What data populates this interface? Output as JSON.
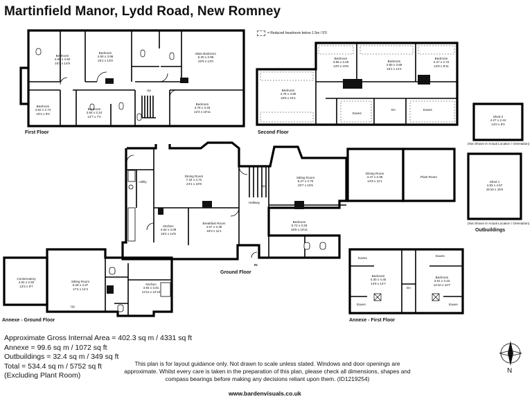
{
  "title": "Martinfield Manor, Lydd Road, New Romney",
  "legend": "= Reduced headroom below 1.5m / 5'0",
  "floors": {
    "first": "First Floor",
    "second": "Second Floor",
    "ground": "Ground Floor",
    "annexe_ground": "Annexe - Ground Floor",
    "annexe_first": "Annexe - First Floor",
    "outbuildings": "Outbuildings"
  },
  "rooms": {
    "ff_bed1": {
      "name": "Bedroom",
      "dim1": "4.65 x 4.50",
      "dim2": "15'3 x 14'9"
    },
    "ff_bed2": {
      "name": "Bedroom",
      "dim1": "4.60 x 3.96",
      "dim2": "15'1 x 13'0"
    },
    "ff_master": {
      "name": "Main Bedroom",
      "dim1": "6.30 x 3.96",
      "dim2": "20'8 x 13'0"
    },
    "ff_bed3": {
      "name": "Bedroom",
      "dim1": "4.62 x 2.74",
      "dim2": "15'2 x 9'0"
    },
    "ff_bed4": {
      "name": "Bedroom",
      "dim1": "3.84 x 2.24",
      "dim2": "12'7 x 7'4"
    },
    "ff_bed5": {
      "name": "Bedroom",
      "dim1": "3.76 x 3.33",
      "dim2": "12'3 x 10'11"
    },
    "sf_bed1": {
      "name": "Bedroom",
      "dim1": "3.96 x 3.25",
      "dim2": "13'0 x 10'8"
    },
    "sf_bed2": {
      "name": "Bedroom",
      "dim1": "4.90 x 3.69",
      "dim2": "16'1 x 12'1"
    },
    "sf_bed3": {
      "name": "Bedroom",
      "dim1": "4.47 x 2.72",
      "dim2": "14'8 x 8'11"
    },
    "sf_bed4": {
      "name": "Bedroom",
      "dim1": "4.78 x 4.80",
      "dim2": "15'8 x 15'1"
    },
    "sf_eaves1": {
      "name": "Eaves"
    },
    "sf_eaves2": {
      "name": "Eaves"
    },
    "gf_dining": {
      "name": "Dining Room",
      "dim1": "7.34 x 4.72",
      "dim2": "24'1 x 15'8"
    },
    "gf_sitting": {
      "name": "Sitting Room",
      "dim1": "6.27 x 4.70",
      "dim2": "20'7 x 15'5"
    },
    "gf_dining2": {
      "name": "Dining Room",
      "dim1": "4.47 x 3.38",
      "dim2": "14'8 x 11'1"
    },
    "gf_plant": {
      "name": "Plant Room"
    },
    "gf_utility": {
      "name": "Utility"
    },
    "gf_breakfast": {
      "name": "Breakfast Room",
      "dim1": "4.57 x 3.38",
      "dim2": "15'0 x 11'1"
    },
    "gf_kitchen": {
      "name": "Kitchen",
      "dim1": "4.62 x 4.09",
      "dim2": "15'2 x 13'5"
    },
    "gf_hallway": {
      "name": "Hallway"
    },
    "gf_bedroom": {
      "name": "Bedroom",
      "dim1": "5.72 x 3.33",
      "dim2": "18'9 x 10'11"
    },
    "an_conservatory": {
      "name": "Conservatory",
      "dim1": "4.04 x 2.92",
      "dim2": "13'3 x 9'7"
    },
    "an_sitting": {
      "name": "Sitting Room",
      "dim1": "5.28 x 4.37",
      "dim2": "17'4 x 14'4"
    },
    "an_kitchen": {
      "name": "Kitchen",
      "dim1": "3.94 x 3.91",
      "dim2": "12'11 x 12'10"
    },
    "af_bed1": {
      "name": "Bedroom",
      "dim1": "4.30 x 4.45",
      "dim2": "14'9 x 14'7"
    },
    "af_bed2": {
      "name": "Bedroom",
      "dim1": "3.91 x 3.23",
      "dim2": "12'10 x 10'7"
    },
    "shed2": {
      "name": "Shed 2",
      "dim1": "4.27 x 2.44",
      "dim2": "14'0 x 8'0"
    },
    "shed1": {
      "name": "Shed 1",
      "dim1": "4.83 x 4.57",
      "dim2": "15'10 x 15'0"
    }
  },
  "markers": {
    "up": "Up",
    "dn": "Dn",
    "in": "IN",
    "eaves": "Eaves",
    "not_shown": "(Not Shown In Actual Location / Orientation)"
  },
  "areas": {
    "line1": "Approximate Gross Internal Area = 402.3 sq m / 4331 sq ft",
    "line2": "Annexe = 99.6 sq m / 1072 sq ft",
    "line3": "Outbuildings = 32.4 sq m / 349 sq ft",
    "line4": "Total = 534.4 sq m / 5752 sq ft",
    "line5": "(Excluding Plant Room)"
  },
  "disclaimer": "This plan is for layout guidance only. Not drawn to scale unless stated. Windows and door openings are approximate. Whilst every care is taken in the preparation of this plan, please check all dimensions, shapes and compass bearings before making any decisions reliant upon them. (ID1219254)",
  "website": "www.bardenvisuals.co.uk",
  "compass_label": "N"
}
